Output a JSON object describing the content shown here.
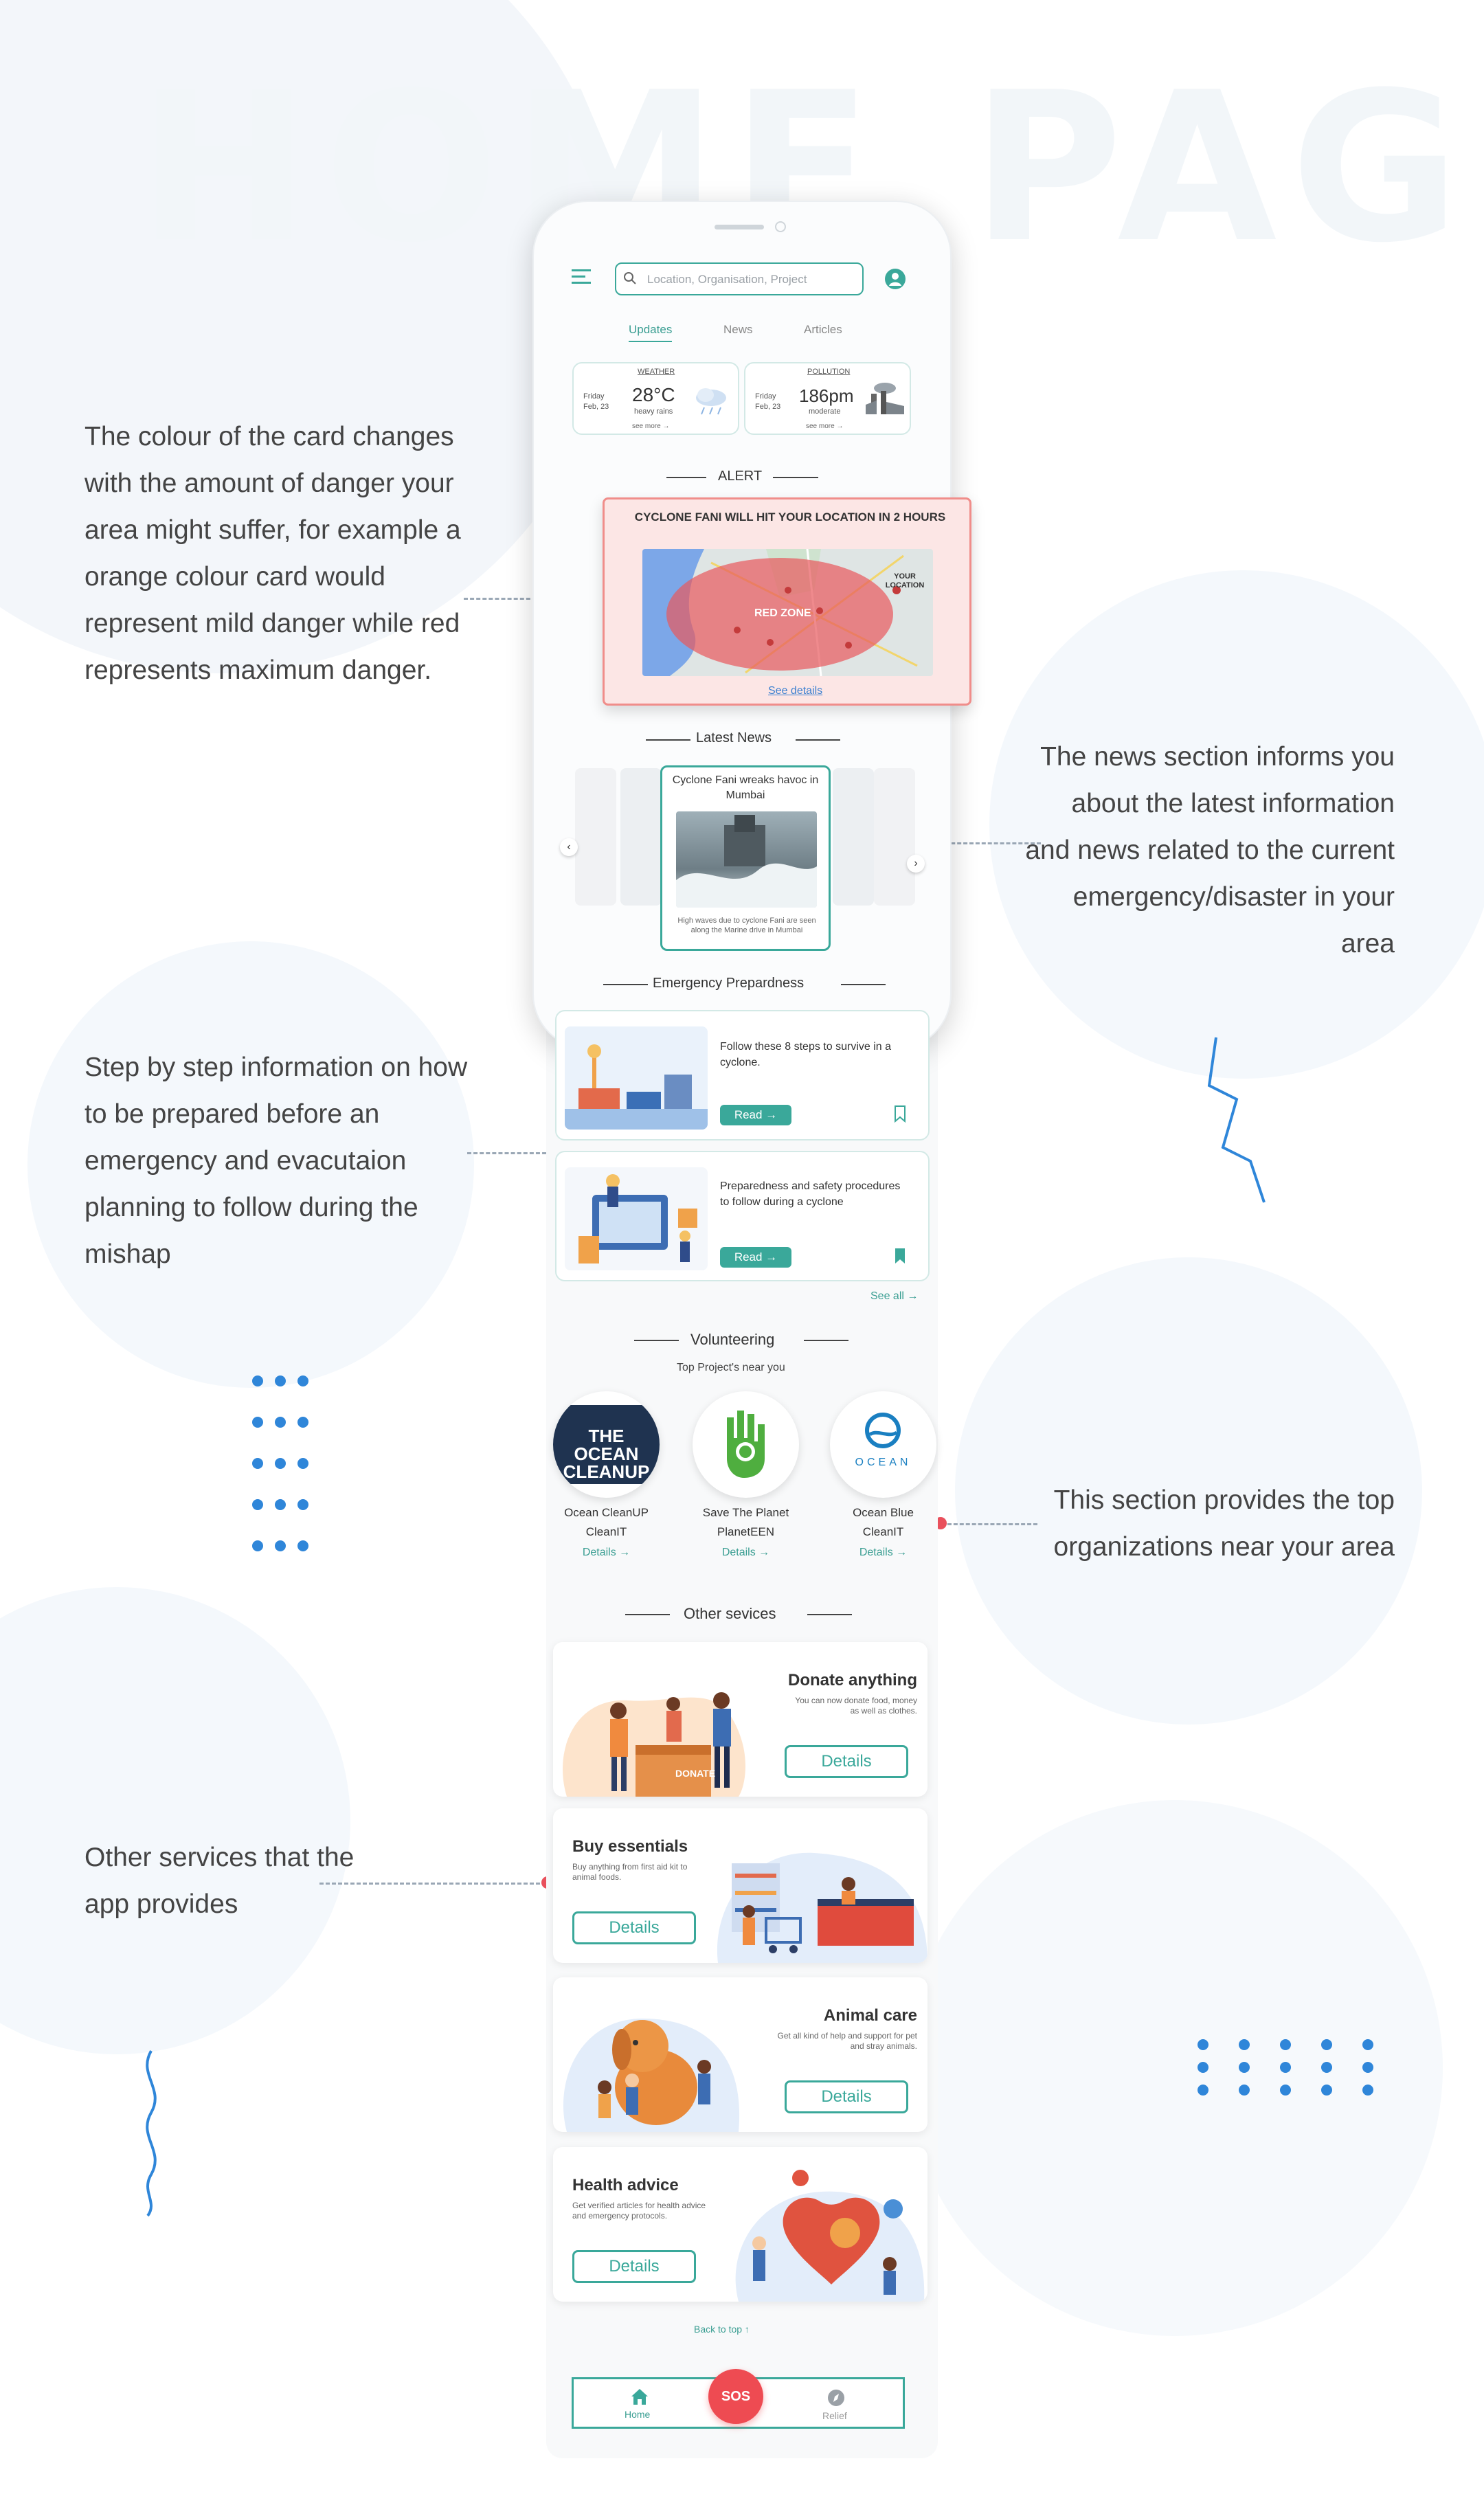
{
  "page_title": "HOME PAGE",
  "annotations": {
    "alert_card": "The colour of the card changes with the amount of danger your area might suffer, for example a orange colour card would represent mild danger while red represents maximum danger.",
    "news": "The news section informs you about the latest information and news related to the current emergency/disaster in your area",
    "preparedness": "Step by step information on how to be prepared before an emergency and evacutaion planning to follow during the mishap",
    "organizations": "This section provides the top organizations near your area",
    "services": "Other services that the app provides"
  },
  "search": {
    "placeholder": "Location, Organisation, Project"
  },
  "tabs": [
    {
      "label": "Updates",
      "active": true
    },
    {
      "label": "News",
      "active": false
    },
    {
      "label": "Articles",
      "active": false
    }
  ],
  "weather": {
    "title": "WEATHER",
    "day": "Friday",
    "date": "Feb, 23",
    "value": "28°C",
    "desc": "heavy rains",
    "more": "see more →"
  },
  "pollution": {
    "title": "POLLUTION",
    "day": "Friday",
    "date": "Feb, 23",
    "value": "186pm",
    "desc": "moderate",
    "more": "see more →"
  },
  "alert": {
    "section_title": "ALERT",
    "headline": "CYCLONE FANI WILL HIT YOUR LOCATION IN 2 HOURS",
    "zone_label": "RED ZONE",
    "location_label": "YOUR LOCATION",
    "link": "See details"
  },
  "latest_news": {
    "section_title": "Latest News",
    "headline": "Cyclone Fani wreaks havoc in Mumbai",
    "caption": "High waves due to cyclone Fani are seen along the Marine drive in Mumbai"
  },
  "preparedness": {
    "section_title": "Emergency Prepardness",
    "items": [
      {
        "text": "Follow these 8 steps to survive in a cyclone.",
        "button": "Read →"
      },
      {
        "text": "Preparedness and safety procedures to follow during a cyclone",
        "button": "Read →"
      }
    ],
    "see_all": "See all →"
  },
  "volunteering": {
    "section_title": "Volunteering",
    "subtitle": "Top Project's near you",
    "orgs": [
      {
        "logo_text": "THE OCEAN CLEANUP",
        "name": "Ocean CleanUP",
        "sub": "CleanIT",
        "link": "Details →"
      },
      {
        "logo_text": "",
        "name": "Save The Planet",
        "sub": "PlanetEEN",
        "link": "Details →"
      },
      {
        "logo_text": "OCEAN",
        "name": "Ocean Blue",
        "sub": "CleanIT",
        "link": "Details →"
      }
    ]
  },
  "services": {
    "section_title": "Other sevices",
    "items": [
      {
        "title": "Donate anything",
        "desc": "You can now donate food, money as well as clothes.",
        "button": "Details",
        "sign": "DONATE"
      },
      {
        "title": "Buy essentials",
        "desc": "Buy anything from first aid kit to animal foods.",
        "button": "Details"
      },
      {
        "title": "Animal care",
        "desc": "Get all kind of help and support for pet and stray animals.",
        "button": "Details"
      },
      {
        "title": "Health advice",
        "desc": "Get verified articles for health advice and emergency protocols.",
        "button": "Details"
      }
    ]
  },
  "back_to_top": "Back to top ↑",
  "bottom_nav": {
    "home": "Home",
    "sos": "SOS",
    "relief": "Relief"
  },
  "colors": {
    "accent": "#3aa89a",
    "danger": "#e9505c",
    "dots": "#2f86d9"
  }
}
